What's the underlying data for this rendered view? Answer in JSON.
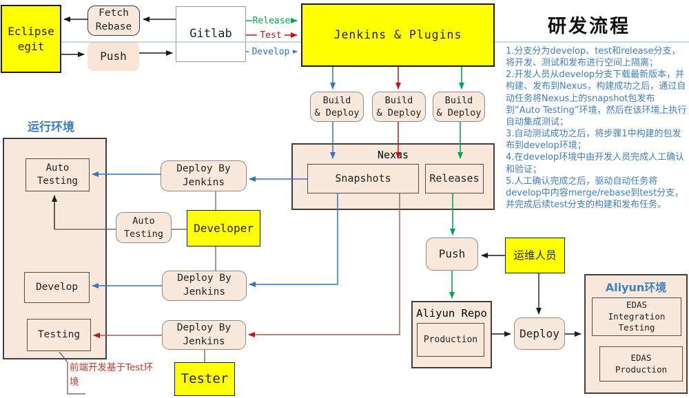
{
  "title": "研发流程",
  "env_labels": {
    "run": "运行环境",
    "aliyun": "Aliyun环境"
  },
  "nodes": {
    "eclipse": "Eclipse\negit",
    "fetch_rebase": "Fetch\nRebase",
    "push_top": "Push",
    "gitlab": "Gitlab",
    "jenkins": "Jenkins & Plugins",
    "build_deploy": "Build\n& Deploy",
    "nexus": "Nexus",
    "snapshots": "Snapshots",
    "releases": "Releases",
    "auto_testing_env": "Auto\nTesting",
    "develop_env": "Develop",
    "testing_env": "Testing",
    "deploy_by_jenkins": "Deploy By\nJenkins",
    "auto_testing": "Auto\nTesting",
    "developer": "Developer",
    "tester": "Tester",
    "push_release": "Push",
    "ops": "运维人员",
    "aliyun_repo": "Aliyun Repo",
    "production": "Production",
    "deploy": "Deploy",
    "edas_integration": "EDAS\nIntegration\nTesting",
    "edas_production": "EDAS\nProduction"
  },
  "branches": {
    "release": "Release",
    "test": "Test",
    "develop": "Develop"
  },
  "notes": [
    "1.分支分为develop、test和release分支，将开发、测试和发布进行空间上隔离；",
    "2.开发人员从develop分支下载最新版本，并构建、发布到Nexus，构建成功之后，通过自动任务将Nexus上的snapshot包发布到“Auto Testing”环境，然后在该环境上执行自动集成测试；",
    "3.自动测试成功之后，将步骤1中构建的包发布到develop环境；",
    "4.在develop环境中由开发人员完成人工确认和验证；",
    "5.人工确认完成之后，驱动自动任务将develop中内容merge/rebase到test分支，并完成后续test分支的构建和发布任务。"
  ],
  "callout": "前端开发基于Test环\n境",
  "colors": {
    "node_yellow": "#ffff00",
    "node_peach": "#f8e9dc",
    "arrow_green": "#00a651",
    "arrow_red": "#cc1111",
    "arrow_red_muted": "#a8594d",
    "arrow_blue": "#2e75c3",
    "note_blue": "#3f7fc1",
    "callout_red": "#c0392b"
  }
}
